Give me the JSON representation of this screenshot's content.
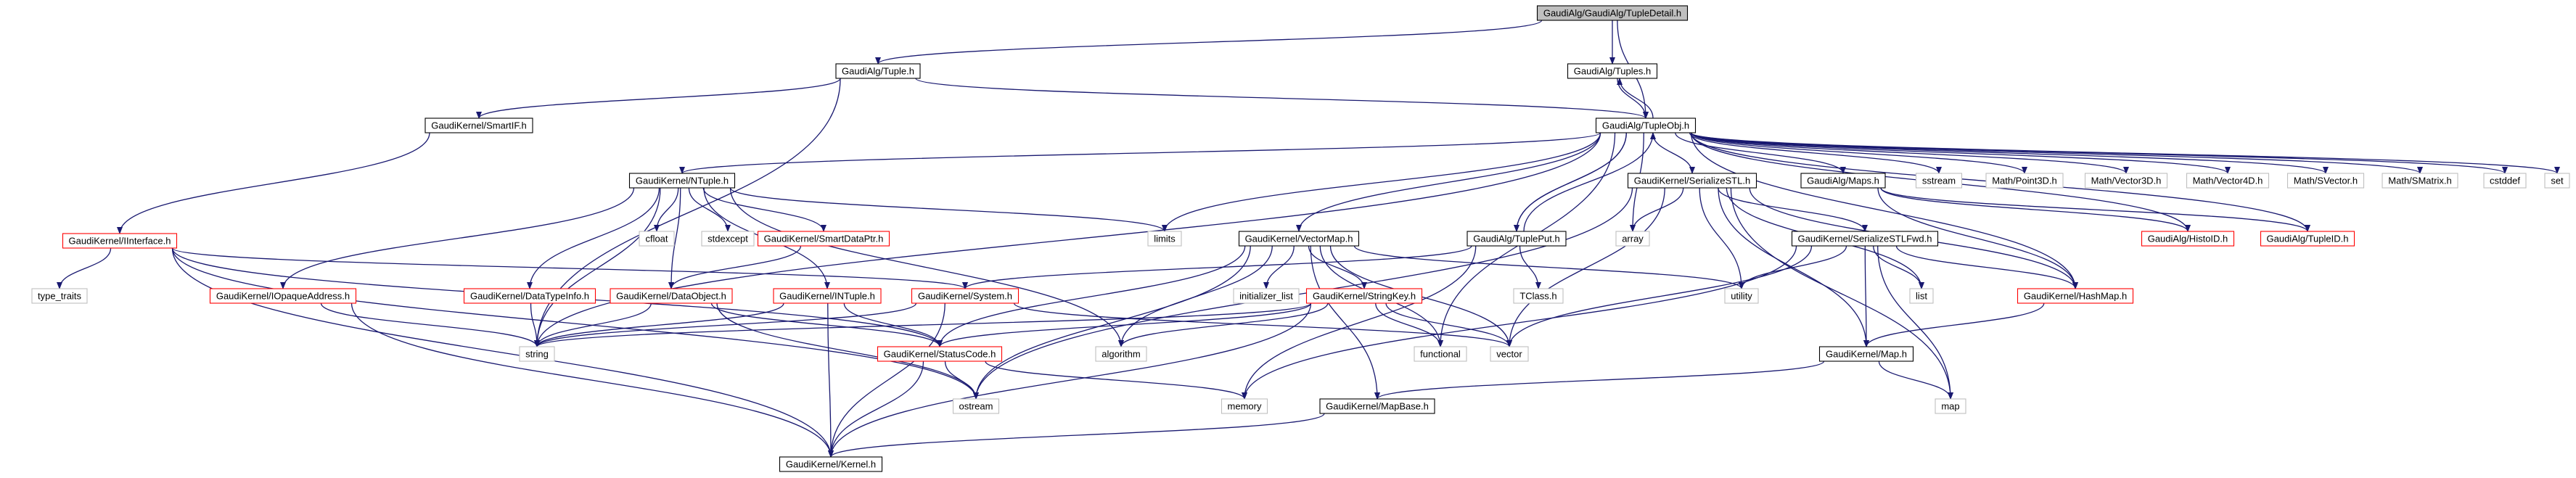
{
  "colors": {
    "edge": "#191970",
    "root_fill": "#bfbfbf",
    "documented_border": "#000000",
    "undocumented_border": "#ff0000",
    "system_border": "#bfbfbf",
    "background": "#ffffff"
  },
  "nodes": [
    {
      "id": "root",
      "label": "GaudiAlg/GaudiAlg/TupleDetail.h",
      "kind": "root"
    },
    {
      "id": "tuple",
      "label": "GaudiAlg/Tuple.h",
      "kind": "documented"
    },
    {
      "id": "tuples",
      "label": "GaudiAlg/Tuples.h",
      "kind": "documented"
    },
    {
      "id": "smartif",
      "label": "GaudiKernel/SmartIF.h",
      "kind": "documented"
    },
    {
      "id": "tupleobj",
      "label": "GaudiAlg/TupleObj.h",
      "kind": "documented"
    },
    {
      "id": "ntuple",
      "label": "GaudiKernel/NTuple.h",
      "kind": "documented"
    },
    {
      "id": "interface",
      "label": "GaudiKernel/IInterface.h",
      "kind": "undocumented"
    },
    {
      "id": "vectormap",
      "label": "GaudiKernel/VectorMap.h",
      "kind": "documented"
    },
    {
      "id": "tupleput",
      "label": "GaudiAlg/TuplePut.h",
      "kind": "documented"
    },
    {
      "id": "serstl",
      "label": "GaudiKernel/SerializeSTL.h",
      "kind": "documented"
    },
    {
      "id": "maps",
      "label": "GaudiAlg/Maps.h",
      "kind": "documented"
    },
    {
      "id": "sstream",
      "label": "sstream",
      "kind": "system"
    },
    {
      "id": "point3d",
      "label": "Math/Point3D.h",
      "kind": "system"
    },
    {
      "id": "vector3d",
      "label": "Math/Vector3D.h",
      "kind": "system"
    },
    {
      "id": "vector4d",
      "label": "Math/Vector4D.h",
      "kind": "system"
    },
    {
      "id": "svector",
      "label": "Math/SVector.h",
      "kind": "system"
    },
    {
      "id": "smatrix",
      "label": "Math/SMatrix.h",
      "kind": "system"
    },
    {
      "id": "cstddef",
      "label": "cstddef",
      "kind": "system"
    },
    {
      "id": "set",
      "label": "set",
      "kind": "system"
    },
    {
      "id": "cfloat",
      "label": "cfloat",
      "kind": "system"
    },
    {
      "id": "stdexcept",
      "label": "stdexcept",
      "kind": "system"
    },
    {
      "id": "smartdataptr",
      "label": "GaudiKernel/SmartDataPtr.h",
      "kind": "undocumented"
    },
    {
      "id": "limits",
      "label": "limits",
      "kind": "system"
    },
    {
      "id": "array",
      "label": "array",
      "kind": "system"
    },
    {
      "id": "serstlfwd",
      "label": "GaudiKernel/SerializeSTLFwd.h",
      "kind": "documented"
    },
    {
      "id": "histoid",
      "label": "GaudiAlg/HistoID.h",
      "kind": "undocumented"
    },
    {
      "id": "tupleid",
      "label": "GaudiAlg/TupleID.h",
      "kind": "undocumented"
    },
    {
      "id": "typetraits",
      "label": "type_traits",
      "kind": "system"
    },
    {
      "id": "iopaque",
      "label": "GaudiKernel/IOpaqueAddress.h",
      "kind": "undocumented"
    },
    {
      "id": "datatypeinfo",
      "label": "GaudiKernel/DataTypeInfo.h",
      "kind": "undocumented"
    },
    {
      "id": "dataobject",
      "label": "GaudiKernel/DataObject.h",
      "kind": "undocumented"
    },
    {
      "id": "intuple",
      "label": "GaudiKernel/INTuple.h",
      "kind": "undocumented"
    },
    {
      "id": "system",
      "label": "GaudiKernel/System.h",
      "kind": "undocumented"
    },
    {
      "id": "stringkey",
      "label": "GaudiKernel/StringKey.h",
      "kind": "undocumented"
    },
    {
      "id": "initlist",
      "label": "initializer_list",
      "kind": "system"
    },
    {
      "id": "utility",
      "label": "utility",
      "kind": "system"
    },
    {
      "id": "tclass",
      "label": "TClass.h",
      "kind": "system"
    },
    {
      "id": "list",
      "label": "list",
      "kind": "system"
    },
    {
      "id": "hashmap",
      "label": "GaudiKernel/HashMap.h",
      "kind": "undocumented"
    },
    {
      "id": "string",
      "label": "string",
      "kind": "system"
    },
    {
      "id": "statuscode",
      "label": "GaudiKernel/StatusCode.h",
      "kind": "undocumented"
    },
    {
      "id": "algorithm",
      "label": "algorithm",
      "kind": "system"
    },
    {
      "id": "functional",
      "label": "functional",
      "kind": "system"
    },
    {
      "id": "vector",
      "label": "vector",
      "kind": "system"
    },
    {
      "id": "map_h",
      "label": "GaudiKernel/Map.h",
      "kind": "documented"
    },
    {
      "id": "memory",
      "label": "memory",
      "kind": "system"
    },
    {
      "id": "ostream",
      "label": "ostream",
      "kind": "system"
    },
    {
      "id": "mapbase",
      "label": "GaudiKernel/MapBase.h",
      "kind": "documented"
    },
    {
      "id": "map",
      "label": "map",
      "kind": "system"
    },
    {
      "id": "kernel",
      "label": "GaudiKernel/Kernel.h",
      "kind": "documented"
    }
  ],
  "edges": [
    [
      "root",
      "tuple"
    ],
    [
      "root",
      "tuples"
    ],
    [
      "root",
      "tupleobj"
    ],
    [
      "tuple",
      "smartif"
    ],
    [
      "tuple",
      "tupleobj"
    ],
    [
      "tuple",
      "string"
    ],
    [
      "tuples",
      "tupleobj"
    ],
    [
      "tupleobj",
      "tuples"
    ],
    [
      "tupleobj",
      "tupleput"
    ],
    [
      "tupleput",
      "tupleobj"
    ],
    [
      "smartif",
      "interface"
    ],
    [
      "tupleobj",
      "ntuple"
    ],
    [
      "tupleobj",
      "vectormap"
    ],
    [
      "tupleobj",
      "tupleput"
    ],
    [
      "tupleobj",
      "serstl"
    ],
    [
      "tupleobj",
      "maps"
    ],
    [
      "tupleobj",
      "sstream"
    ],
    [
      "tupleobj",
      "point3d"
    ],
    [
      "tupleobj",
      "vector3d"
    ],
    [
      "tupleobj",
      "vector4d"
    ],
    [
      "tupleobj",
      "svector"
    ],
    [
      "tupleobj",
      "smatrix"
    ],
    [
      "tupleobj",
      "cstddef"
    ],
    [
      "tupleobj",
      "set"
    ],
    [
      "tupleobj",
      "limits"
    ],
    [
      "tupleobj",
      "array"
    ],
    [
      "tupleobj",
      "functional"
    ],
    [
      "tupleobj",
      "string"
    ],
    [
      "tupleobj",
      "histoid"
    ],
    [
      "tupleobj",
      "tupleid"
    ],
    [
      "tupleobj",
      "hashmap"
    ],
    [
      "ntuple",
      "cfloat"
    ],
    [
      "ntuple",
      "stdexcept"
    ],
    [
      "ntuple",
      "smartdataptr"
    ],
    [
      "ntuple",
      "limits"
    ],
    [
      "ntuple",
      "iopaque"
    ],
    [
      "ntuple",
      "datatypeinfo"
    ],
    [
      "ntuple",
      "dataobject"
    ],
    [
      "ntuple",
      "intuple"
    ],
    [
      "ntuple",
      "string"
    ],
    [
      "ntuple",
      "algorithm"
    ],
    [
      "smartdataptr",
      "dataobject"
    ],
    [
      "interface",
      "typetraits"
    ],
    [
      "interface",
      "system"
    ],
    [
      "interface",
      "statuscode"
    ],
    [
      "interface",
      "kernel"
    ],
    [
      "interface",
      "ostream"
    ],
    [
      "iopaque",
      "string"
    ],
    [
      "iopaque",
      "kernel"
    ],
    [
      "datatypeinfo",
      "string"
    ],
    [
      "dataobject",
      "statuscode"
    ],
    [
      "dataobject",
      "string"
    ],
    [
      "dataobject",
      "ostream"
    ],
    [
      "intuple",
      "string"
    ],
    [
      "intuple",
      "statuscode"
    ],
    [
      "intuple",
      "kernel"
    ],
    [
      "system",
      "kernel"
    ],
    [
      "system",
      "string"
    ],
    [
      "system",
      "vector"
    ],
    [
      "vectormap",
      "stringkey"
    ],
    [
      "vectormap",
      "initlist"
    ],
    [
      "vectormap",
      "algorithm"
    ],
    [
      "vectormap",
      "functional"
    ],
    [
      "vectormap",
      "vector"
    ],
    [
      "vectormap",
      "utility"
    ],
    [
      "vectormap",
      "ostream"
    ],
    [
      "vectormap",
      "mapbase"
    ],
    [
      "vectormap",
      "statuscode"
    ],
    [
      "tupleput",
      "system"
    ],
    [
      "tupleput",
      "tclass"
    ],
    [
      "tupleput",
      "memory"
    ],
    [
      "serstl",
      "array"
    ],
    [
      "serstl",
      "utility"
    ],
    [
      "serstl",
      "vector"
    ],
    [
      "serstl",
      "list"
    ],
    [
      "serstl",
      "map"
    ],
    [
      "serstl",
      "hashmap"
    ],
    [
      "serstl",
      "map_h"
    ],
    [
      "serstl",
      "serstlfwd"
    ],
    [
      "serstl",
      "ostream"
    ],
    [
      "maps",
      "hashmap"
    ],
    [
      "maps",
      "histoid"
    ],
    [
      "maps",
      "tupleid"
    ],
    [
      "serstlfwd",
      "utility"
    ],
    [
      "serstlfwd",
      "vector"
    ],
    [
      "serstlfwd",
      "list"
    ],
    [
      "serstlfwd",
      "map"
    ],
    [
      "serstlfwd",
      "hashmap"
    ],
    [
      "serstlfwd",
      "map_h"
    ],
    [
      "serstlfwd",
      "memory"
    ],
    [
      "stringkey",
      "string"
    ],
    [
      "stringkey",
      "functional"
    ],
    [
      "stringkey",
      "algorithm"
    ],
    [
      "stringkey",
      "vector"
    ],
    [
      "stringkey",
      "kernel"
    ],
    [
      "stringkey",
      "statuscode"
    ],
    [
      "hashmap",
      "map_h"
    ],
    [
      "statuscode",
      "ostream"
    ],
    [
      "statuscode",
      "kernel"
    ],
    [
      "statuscode",
      "memory"
    ],
    [
      "map_h",
      "map"
    ],
    [
      "map_h",
      "mapbase"
    ],
    [
      "mapbase",
      "kernel"
    ]
  ]
}
